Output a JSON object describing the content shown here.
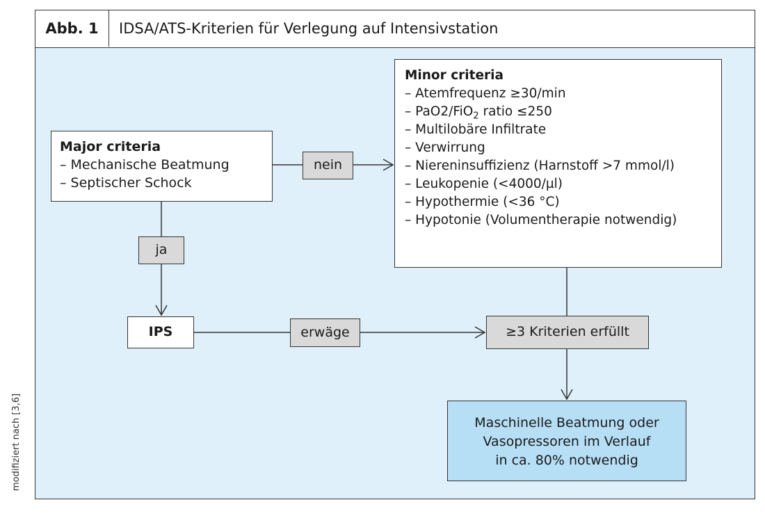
{
  "side_note": "modifiziert nach [3,6]",
  "figure": {
    "label": "Abb. 1",
    "title": "IDSA/ATS-Kriterien für Verlegung auf Intensivstation"
  },
  "major": {
    "title": "Major criteria",
    "items": [
      "– Mechanische Beatmung",
      "– Septischer Schock"
    ]
  },
  "minor": {
    "title": "Minor criteria",
    "items": [
      "– Atemfrequenz ≥30/min",
      "– PaO2/FiO",
      "– Multilobäre Infiltrate",
      "– Verwirrung",
      "– Niereninsuffizienz (Harnstoff >7 mmol/l)",
      "– Leukopenie (<4000/µl)",
      "– Hypothermie (<36 °C)",
      "– Hypotonie (Volumentherapie notwendig)"
    ],
    "item2_sub": "2",
    "item2_suffix": " ratio ≤250"
  },
  "labels": {
    "nein": "nein",
    "ja": "ja",
    "ips": "IPS",
    "erwaege": "erwäge",
    "criteria_met": "≥3 Kriterien erfüllt"
  },
  "outcome": {
    "lines": [
      "Maschinelle Beatmung oder",
      "Vasopressoren im Verlauf",
      "in ca. 80% notwendig"
    ]
  },
  "colors": {
    "frame_fill": "#dff0fb",
    "outcome_fill": "#b6def5",
    "label_fill": "#d9d9d9"
  }
}
